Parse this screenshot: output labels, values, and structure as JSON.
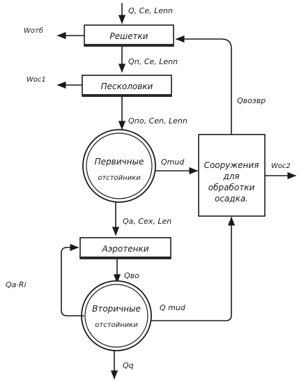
{
  "nodes": {
    "screens": "Решетки",
    "sand_traps": "Песколовки",
    "primary_line1": "Первичные",
    "primary_line2": "отстойники",
    "aeration": "Аэротенки",
    "secondary_line1": "Вторичные",
    "secondary_line2": "отстойники",
    "sludge_line1": "Сооружения",
    "sludge_line2": "для",
    "sludge_line3": "обработки",
    "sludge_line4": "осадка."
  },
  "flows": {
    "inlet": "Q, Ce, Lenn",
    "w_screens": "Wотб",
    "after_screens": "Qп, Ce, Lenn",
    "w_sand": "Wос1",
    "after_sand": "Qпо, Cen, Lenn",
    "mud_primary": "Qmud",
    "return": "Qвозвр",
    "w_sludge": "Wос2",
    "after_primary": "Qa, Cex, Len",
    "recycle": "Qa·Ri",
    "after_aeration": "Qво",
    "mud_secondary": "Q mud",
    "outlet": "Qq"
  }
}
